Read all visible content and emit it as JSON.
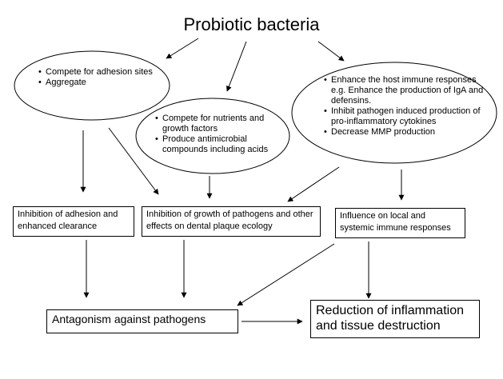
{
  "title": "Probiotic bacteria",
  "ellipses": [
    {
      "id": "adhesion",
      "bullets": [
        "Compete for adhesion sites",
        "Aggregate"
      ]
    },
    {
      "id": "nutrients",
      "bullets": [
        "Compete for nutrients and growth factors",
        "Produce antimicrobial compounds including acids"
      ]
    },
    {
      "id": "immune",
      "bullets": [
        "Enhance the host immune responses e.g. Enhance the production of IgA and defensins.",
        "Inhibit pathogen induced production of pro-inflammatory cytokines",
        "Decrease MMP production"
      ]
    }
  ],
  "boxes": {
    "inhibition_adhesion": "Inhibition of adhesion and enhanced clearance",
    "inhibition_growth": "Inhibition of growth of pathogens and other effects on dental plaque ecology",
    "immune_influence": "Influence on local and systemic immune responses",
    "antagonism": "Antagonism against pathogens",
    "reduction": "Reduction of inflammation and tissue destruction"
  }
}
